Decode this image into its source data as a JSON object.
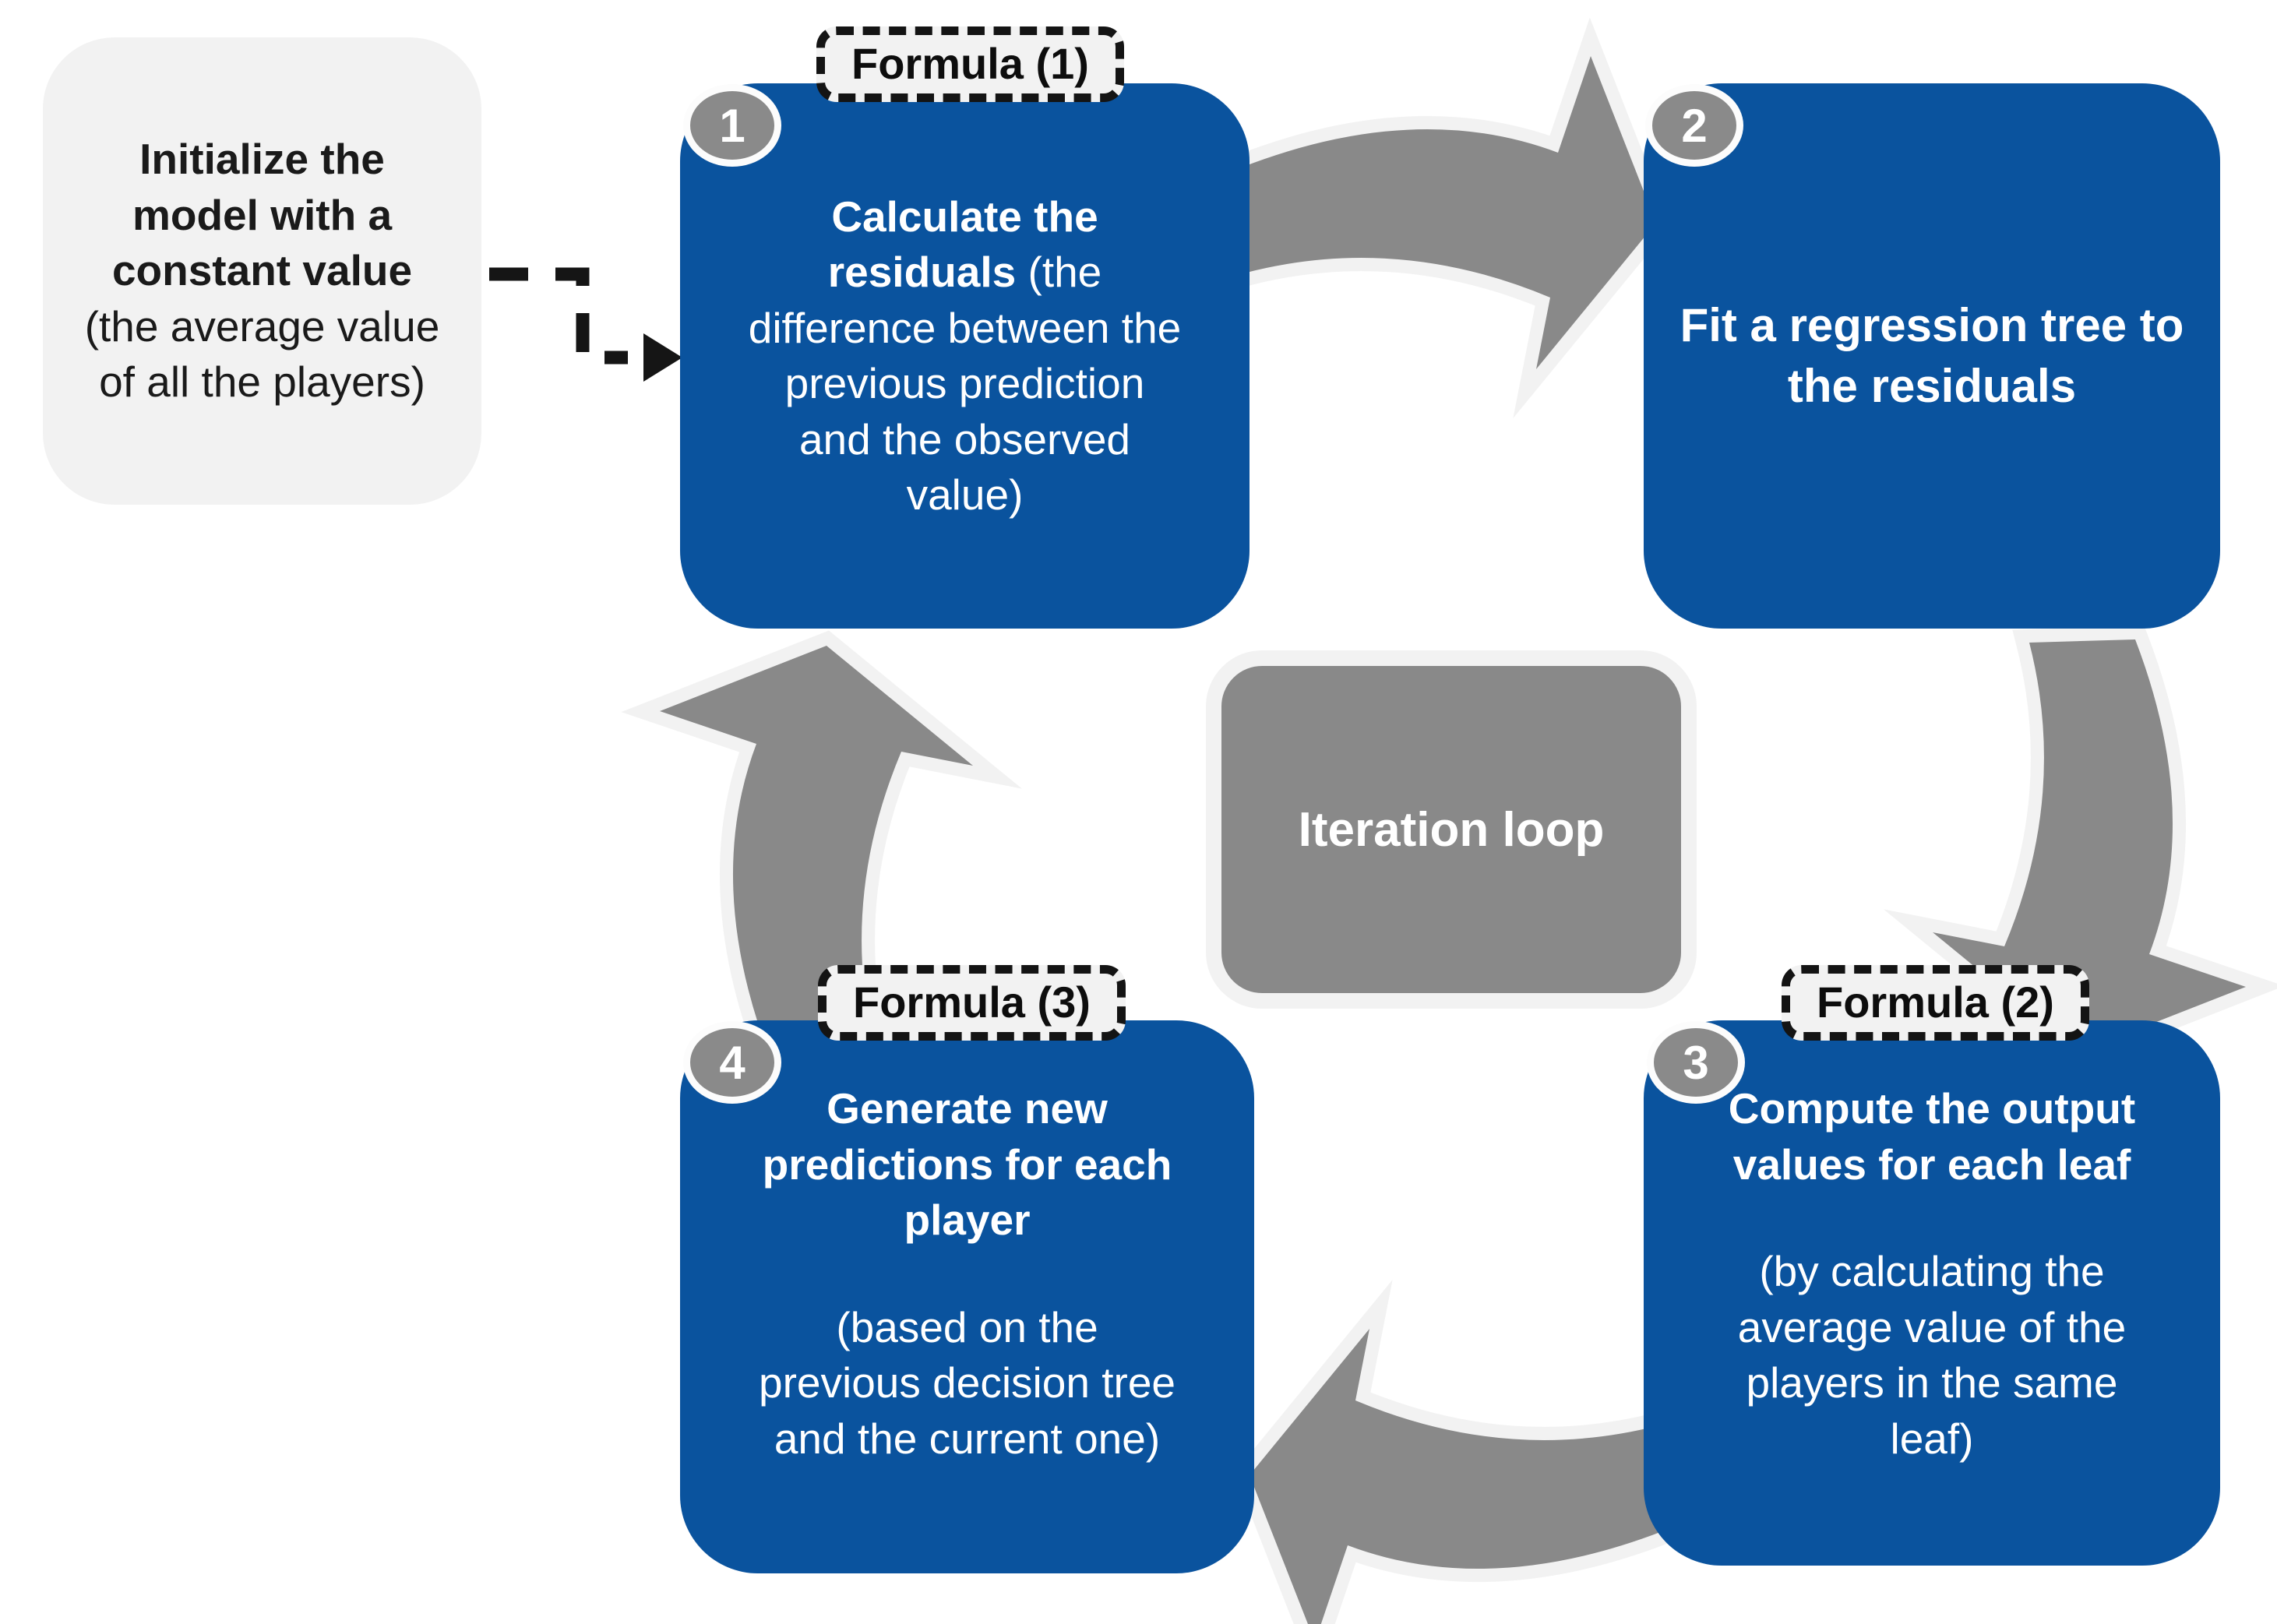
{
  "init_box": {
    "bold": "Initialize the model with a constant value",
    "rest": "(the average value of all the players)"
  },
  "center_box": {
    "label": "Iteration loop"
  },
  "steps": [
    {
      "number": "1",
      "formula_label": "Formula (1)",
      "bold": "Calculate the residuals",
      "rest": "(the difference between the previous prediction and the observed value)"
    },
    {
      "number": "2",
      "bold": "Fit a regression tree to the residuals"
    },
    {
      "number": "3",
      "formula_label": "Formula (2)",
      "bold": "Compute the output values for each leaf",
      "rest": "(by calculating the average value of the players in the same leaf)"
    },
    {
      "number": "4",
      "formula_label": "Formula (3)",
      "bold": "Generate new predictions for each player",
      "rest": "(based on the previous decision tree and the current one)"
    }
  ],
  "icons": {
    "curved_block_arrow": "thick gray curved arrow with light outline, one per loop segment",
    "dashed_elbow_arrow": "black dashed elbow connector with solid arrowhead"
  },
  "colors": {
    "box_blue": "#0a539e",
    "arrow_gray": "#898989",
    "light_gray": "#f2f2f2",
    "badge_gray": "#8a8a8a",
    "text_white": "#ffffff",
    "text_black": "#1a1a1a"
  }
}
